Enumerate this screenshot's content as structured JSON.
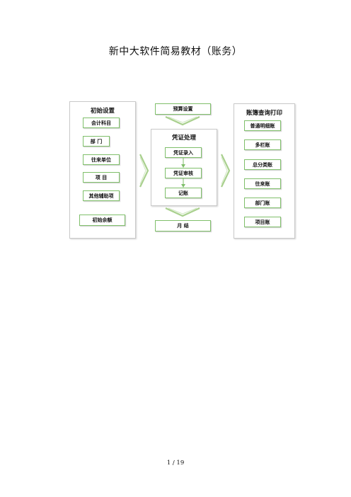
{
  "title": "新中大软件简易教材（账务）",
  "diagram": {
    "left_panel": {
      "title": "初始设置",
      "items": [
        "会计科目",
        "部 门",
        "往来单位",
        "项 目",
        "其他辅助项"
      ]
    },
    "bottom_left": "初始余额",
    "top_middle": "预算设置",
    "middle_panel": {
      "title": "凭证处理",
      "items": [
        "凭证录入",
        "凭证审核",
        "记账"
      ]
    },
    "bottom_middle": "月 结",
    "right_panel": {
      "title": "账簿查询打印",
      "items": [
        "普通明细账",
        "多栏账",
        "总分类账",
        "往来账",
        "部门账",
        "项目账"
      ]
    },
    "colors": {
      "node_border": "#7fbf6a",
      "arrow": "#a9d08e"
    }
  },
  "footer": {
    "page_label": "1 / 19"
  }
}
